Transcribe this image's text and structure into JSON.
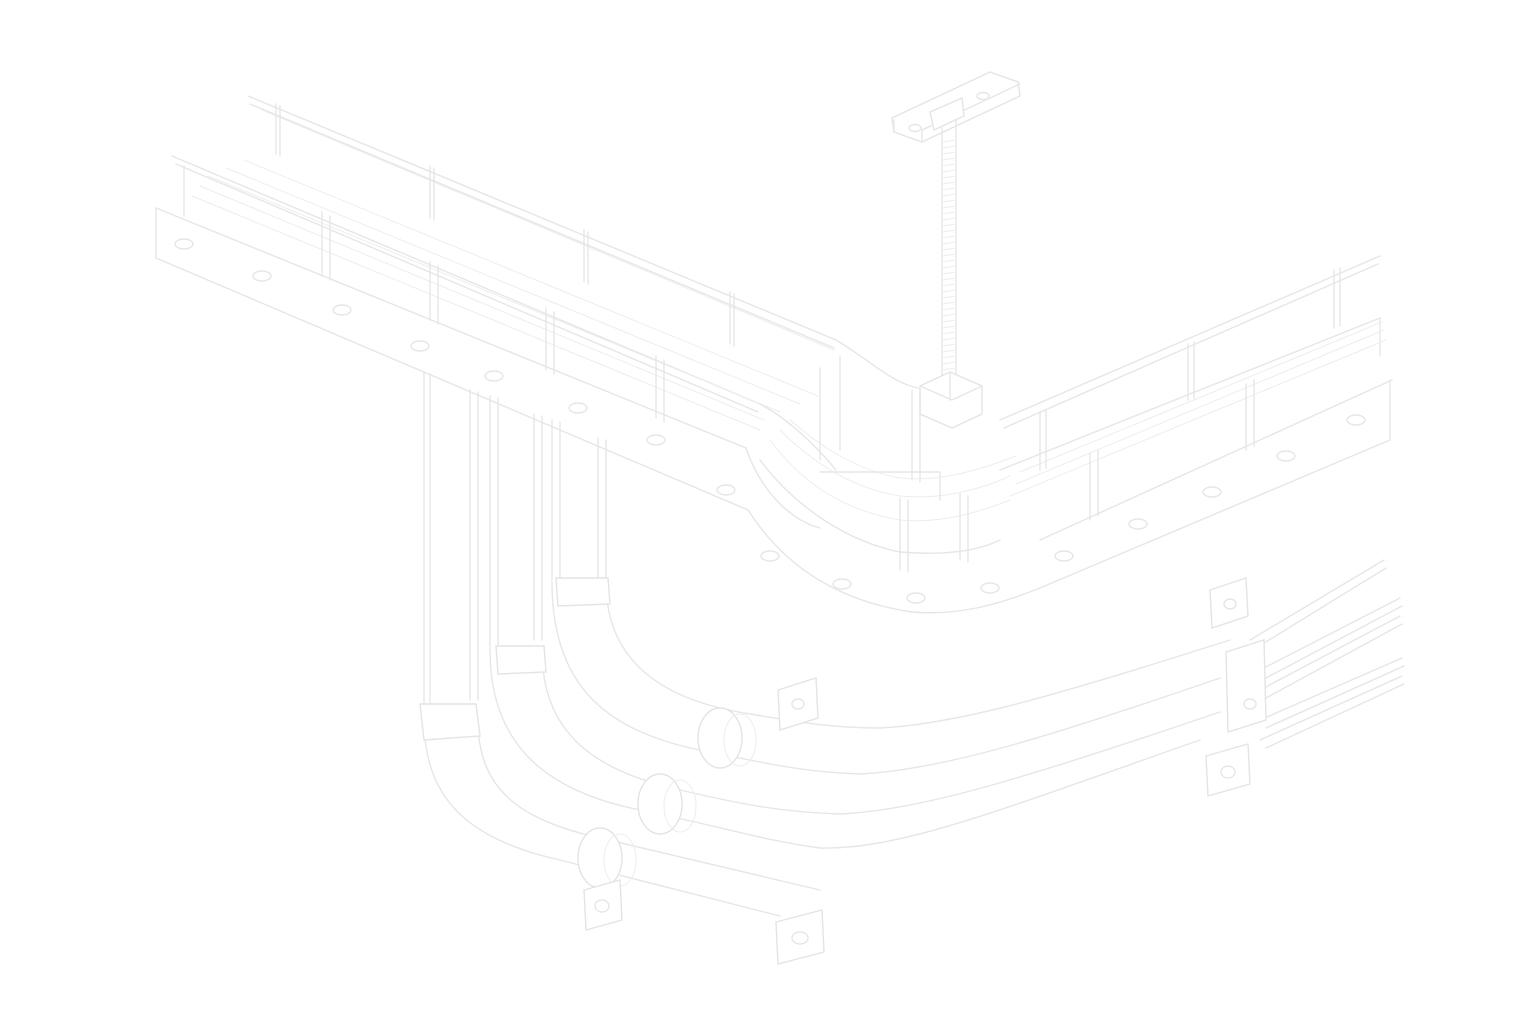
{
  "drawing": {
    "subject": "",
    "background_color": "#ffffff",
    "line_color": "#e6e6e6",
    "components": [
      {
        "name": "cable-tray-straight-left",
        "kind": "tray"
      },
      {
        "name": "cable-tray-bend",
        "kind": "tray"
      },
      {
        "name": "cable-tray-straight-right",
        "kind": "tray"
      },
      {
        "name": "ceiling-hanger-plate",
        "kind": "hanger"
      },
      {
        "name": "threaded-rod",
        "kind": "hanger"
      },
      {
        "name": "conduit-bundle",
        "kind": "conduit"
      },
      {
        "name": "pipe-clamps",
        "kind": "support"
      }
    ]
  }
}
